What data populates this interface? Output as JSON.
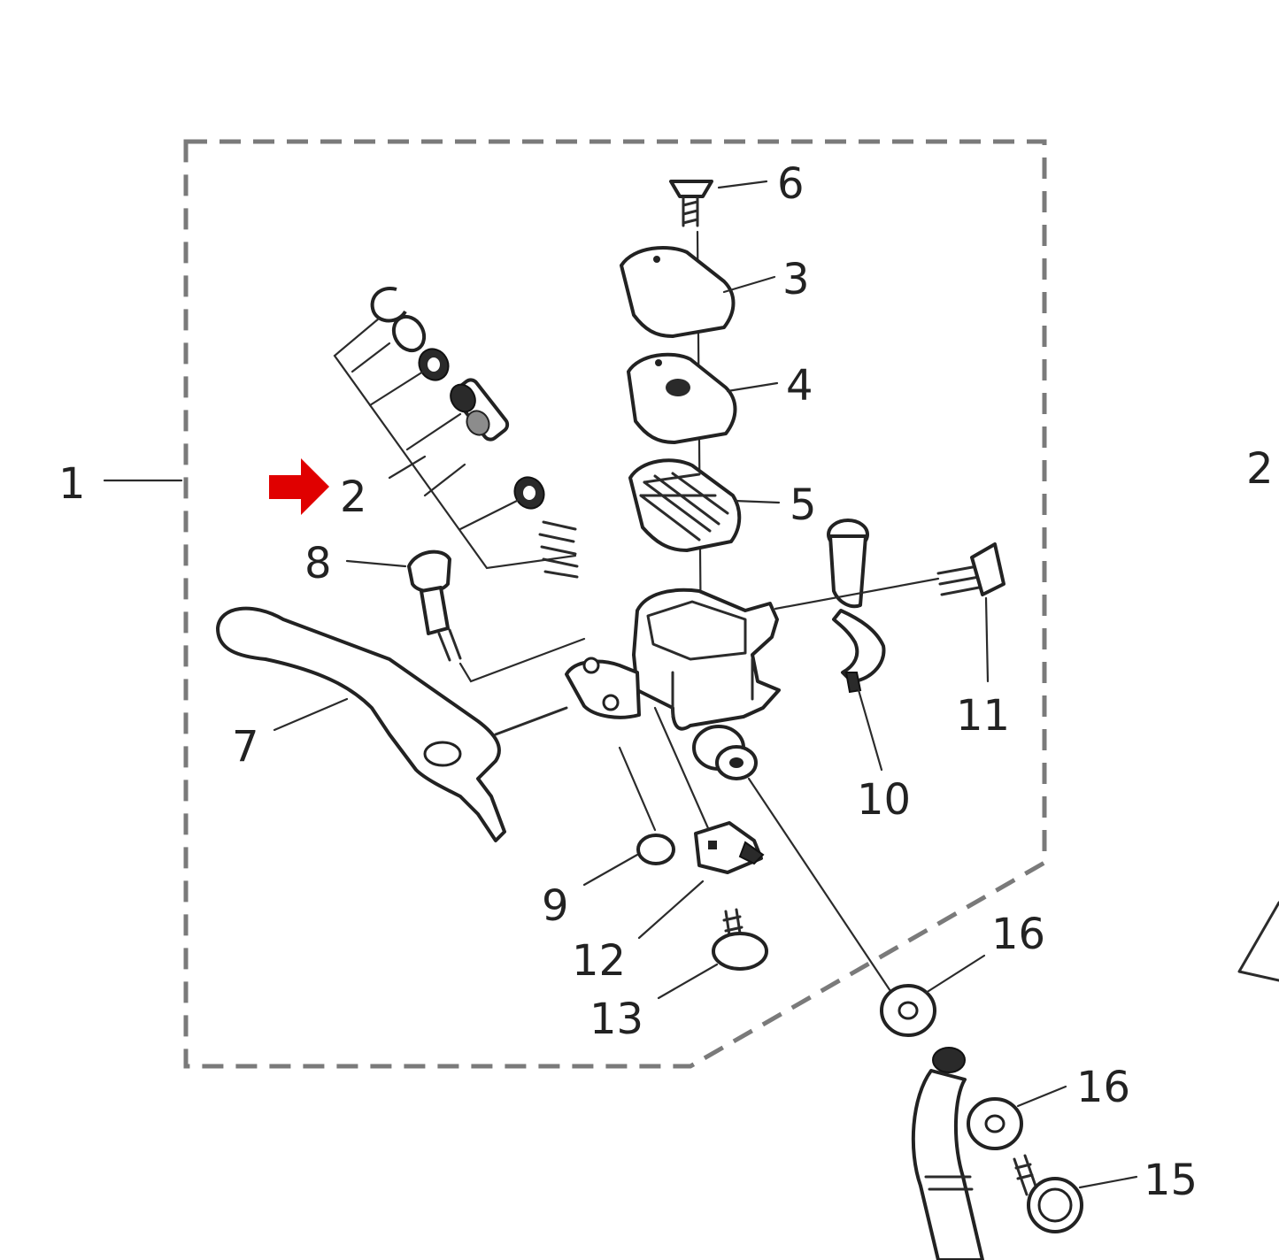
{
  "callouts": [
    {
      "id": "1",
      "text": "1"
    },
    {
      "id": "2",
      "text": "2"
    },
    {
      "id": "3",
      "text": "3"
    },
    {
      "id": "4",
      "text": "4"
    },
    {
      "id": "5",
      "text": "5"
    },
    {
      "id": "6",
      "text": "6"
    },
    {
      "id": "7",
      "text": "7"
    },
    {
      "id": "8",
      "text": "8"
    },
    {
      "id": "9",
      "text": "9"
    },
    {
      "id": "10",
      "text": "10"
    },
    {
      "id": "11",
      "text": "11"
    },
    {
      "id": "12",
      "text": "12"
    },
    {
      "id": "13",
      "text": "13"
    },
    {
      "id": "15",
      "text": "15"
    },
    {
      "id": "16a",
      "text": "16"
    },
    {
      "id": "16b",
      "text": "16"
    },
    {
      "id": "2-edge",
      "text": "2"
    }
  ],
  "colors": {
    "highlight_arrow": "#e00000",
    "line": "#2b2b2b",
    "dashed_border": "#7a7a7a"
  }
}
